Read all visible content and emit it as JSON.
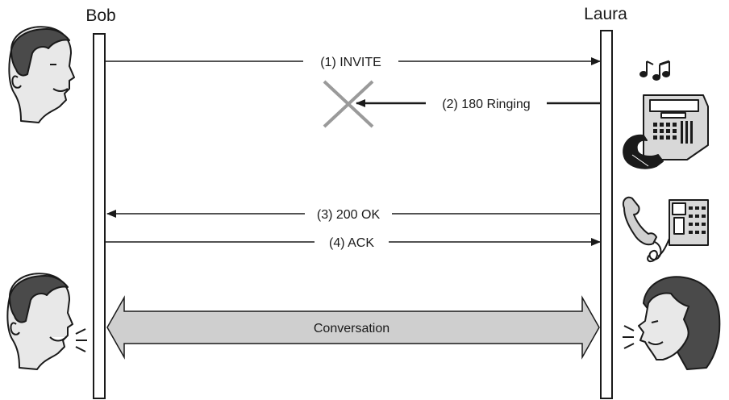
{
  "actors": {
    "left": "Bob",
    "right": "Laura"
  },
  "messages": [
    {
      "label": "(1) INVITE",
      "from": "Bob",
      "to": "Laura",
      "delivered": true
    },
    {
      "label": "(2) 180 Ringing",
      "from": "Laura",
      "to": "Bob",
      "delivered": false
    },
    {
      "label": "(3) 200 OK",
      "from": "Laura",
      "to": "Bob",
      "delivered": true
    },
    {
      "label": "(4) ACK",
      "from": "Bob",
      "to": "Laura",
      "delivered": true
    }
  ],
  "session": {
    "label": "Conversation"
  },
  "icons": {
    "bob_top": "man-face-icon",
    "bob_bottom": "man-talking-icon",
    "phone_ringing": "ringing-phone-icon",
    "phone_offhook": "phone-offhook-icon",
    "laura": "woman-talking-icon",
    "lost_message": "x-mark-icon",
    "music_notes": "music-notes-icon"
  },
  "colors": {
    "line": "#1a1a1a",
    "lost_mark": "#9a9a9a",
    "conversation_fill": "#cfcfcf",
    "face_fill": "#e8e8e8"
  }
}
